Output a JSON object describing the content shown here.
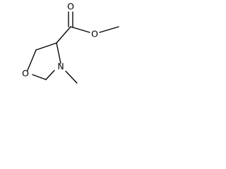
{
  "molecule": {
    "atoms": {
      "ring_oxygen": "O",
      "ring_nitrogen": "N",
      "carbonyl_oxygen": "O",
      "ester_oxygen": "O"
    },
    "colors": {
      "bond": "#000000",
      "label": "#000000",
      "background": "#ffffff"
    }
  }
}
